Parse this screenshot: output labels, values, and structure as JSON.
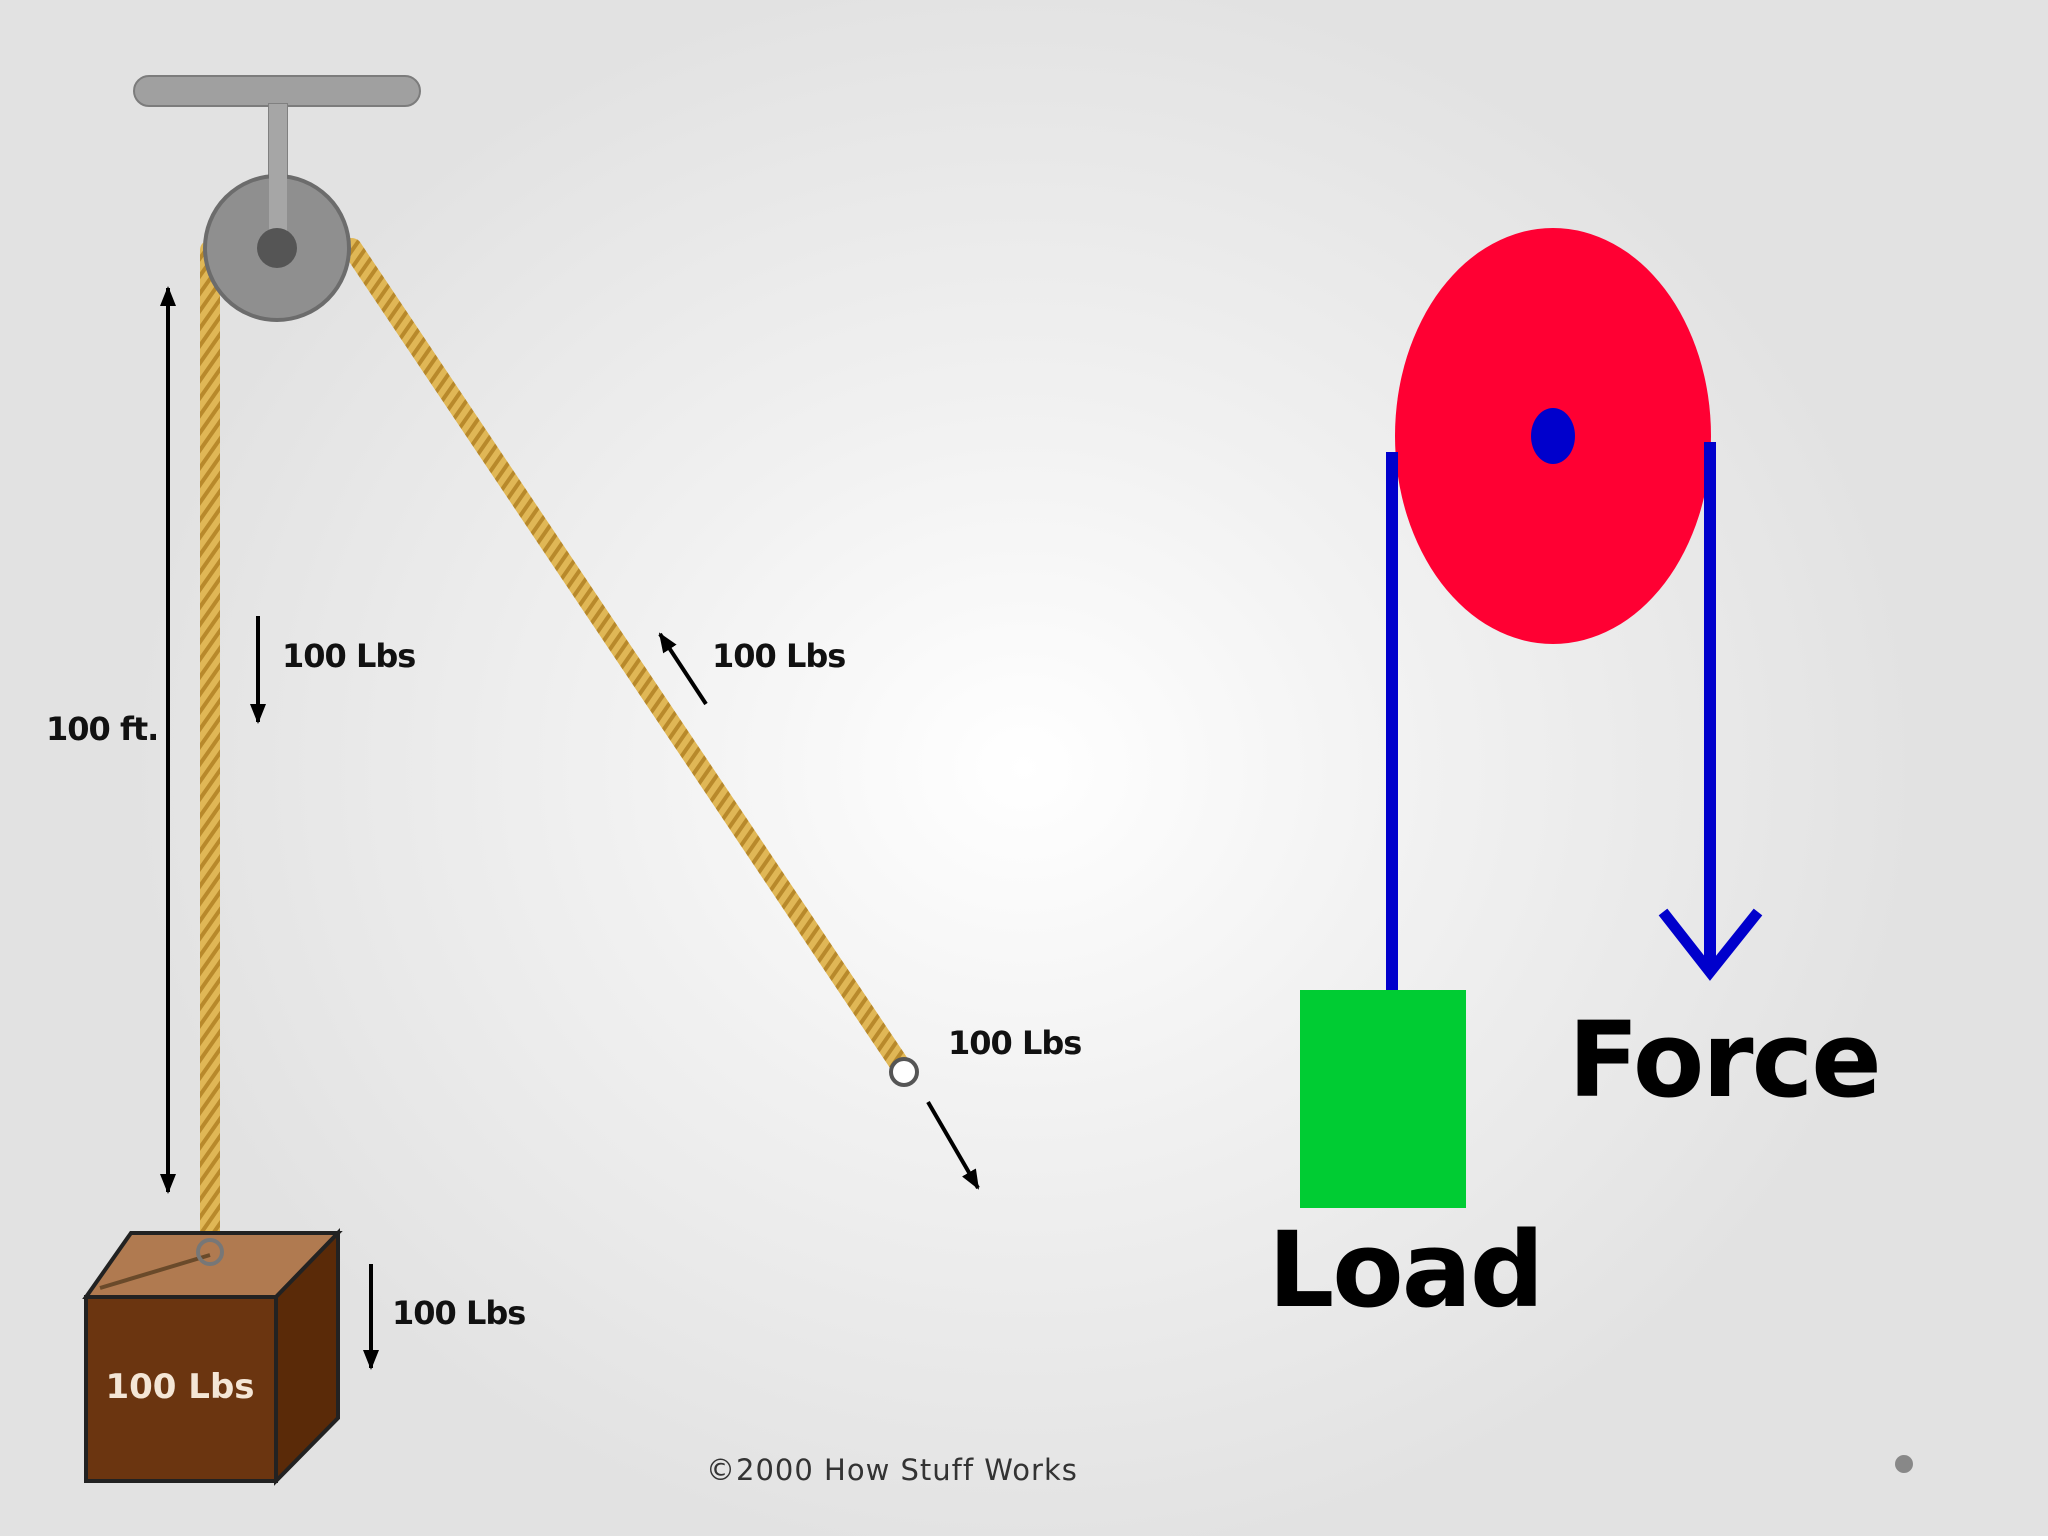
{
  "left_diagram": {
    "height_label": "100 ft.",
    "tension_left_label": "100 Lbs",
    "tension_right_label": "100 Lbs",
    "pull_label": "100 Lbs",
    "weight_label": "100 Lbs",
    "box_label": "100 Lbs",
    "copyright": "©2000 How Stuff Works"
  },
  "right_diagram": {
    "load_label": "Load",
    "force_label": "Force"
  },
  "colors": {
    "rope": "#dcb24e",
    "pulley_left": "#8f8f8f",
    "box": "#6b3510",
    "pulley_right": "#ff0033",
    "axle_right": "#0000cc",
    "line_right": "#0000cc",
    "load_block": "#00cc33"
  }
}
